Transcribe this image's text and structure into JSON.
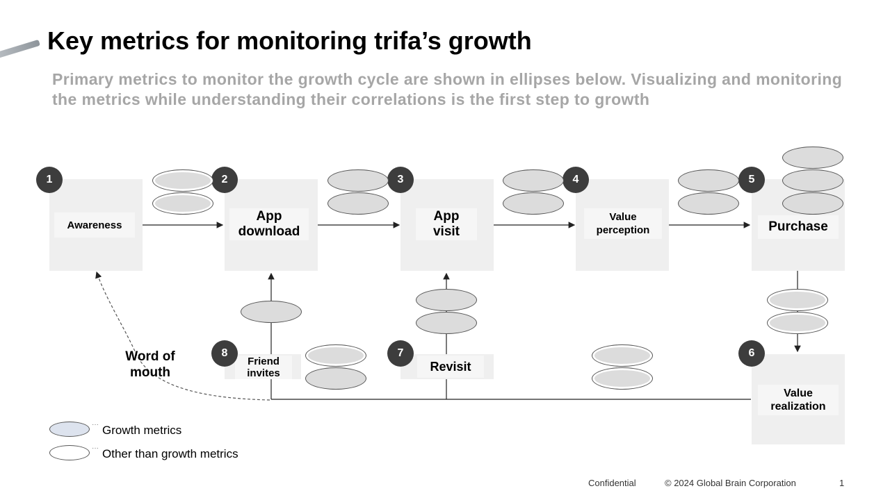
{
  "title": "Key metrics for monitoring trifa’s growth",
  "subtitle": "Primary metrics to monitor the growth cycle are shown in ellipses below. Visualizing and monitoring the metrics while understanding their correlations is the first step to growth",
  "steps": [
    {
      "number": "1",
      "label": "Awareness"
    },
    {
      "number": "2",
      "label": "App\ndownload"
    },
    {
      "number": "3",
      "label": "App\nvisit"
    },
    {
      "number": "4",
      "label": "Value\nperception"
    },
    {
      "number": "5",
      "label": "Purchase"
    },
    {
      "number": "6",
      "label": "Value\nrealization"
    },
    {
      "number": "7",
      "label": "Revisit"
    },
    {
      "number": "8",
      "label": "Friend\ninvites"
    }
  ],
  "word_of_mouth": "Word of\nmouth",
  "legend": {
    "growth": "Growth metrics",
    "other": "Other than growth metrics",
    "growth_color": "#dde3ee",
    "other_color": "#ffffff"
  },
  "footer": {
    "confidential": "Confidential",
    "copyright": "© 2024 Global Brain Corporation",
    "page": "1"
  }
}
